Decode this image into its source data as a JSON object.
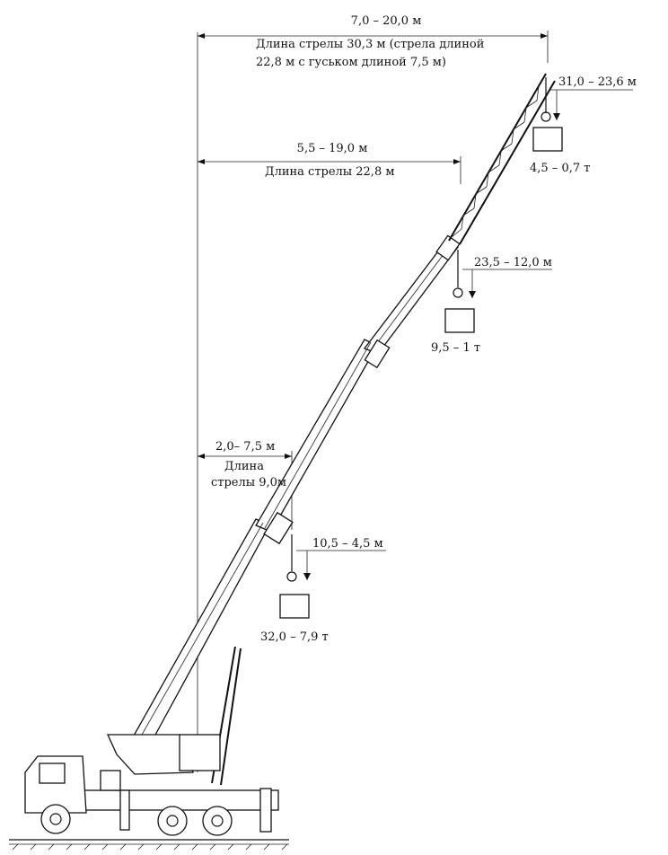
{
  "labels": {
    "jib_radius": "7,0 – 20,0 м",
    "jib_length_line1": "Длина стрелы 30,3 м (стрела длиной",
    "jib_length_line2": "22,8 м с гуськом длиной 7,5 м)",
    "jib_hook_height": "31,0 – 23,6 м",
    "jib_capacity": "4,5 – 0,7 т",
    "mid_radius": "5,5 – 19,0 м",
    "mid_length": "Длина стрелы 22,8 м",
    "mid_hook_height": "23,5 – 12,0 м",
    "mid_capacity": "9,5 – 1 т",
    "short_radius": "2,0– 7,5 м",
    "short_length_line1": "Длина",
    "short_length_line2": "стрелы 9,0м",
    "short_hook_height": "10,5 – 4,5 м",
    "short_capacity": "32,0 – 7,9 т"
  }
}
